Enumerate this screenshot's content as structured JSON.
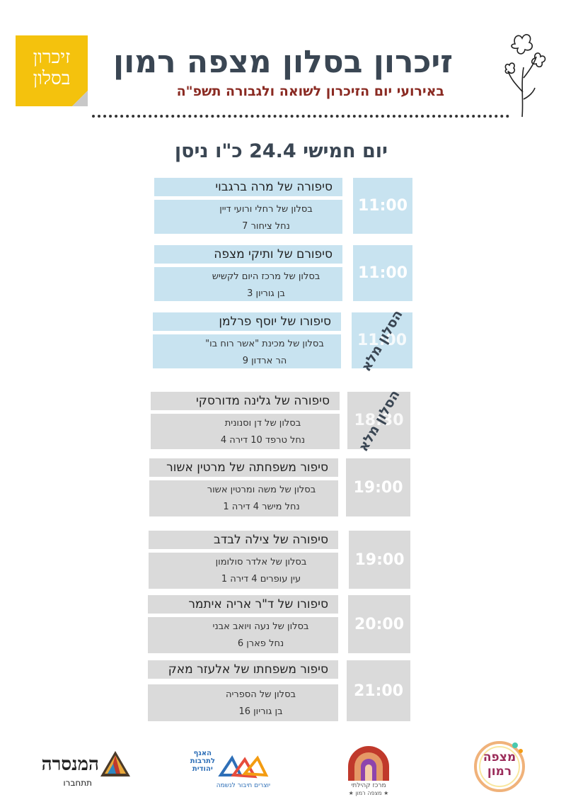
{
  "logo": {
    "line1": "זיכרון",
    "line2": "בסלון"
  },
  "header": {
    "title": "זיכרון בסלון מצפה רמון",
    "subtitle": "באירועי יום הזיכרון לשואה ולגבורה תשפ\"ה"
  },
  "day": "יום חמישי 24.4 כ\"ו ניסן",
  "events": [
    {
      "title": "סיפורה של מרה ברגבוי",
      "host": "בסלון של רחלי ורועי דיין",
      "address": "נחל ציחור 7",
      "time": "11:00",
      "stamp": ""
    },
    {
      "title": "סיפורם של ותיקי מצפה",
      "host": "בסלון של מרכז היום לקשיש",
      "address": "בן גוריון 3",
      "time": "11:00",
      "stamp": ""
    },
    {
      "title": "סיפורו של יוסף פרלמן",
      "host": "בסלון של מכינת \"אשר רוח בו\"",
      "address": "הר ארדון 9",
      "time": "11:00",
      "stamp": "הסלון מלא"
    },
    {
      "title": "סיפורה של גלינה מדורסקי",
      "host": "בסלון של דן וסנונית",
      "address": "נחל טרפד 10 דירה 4",
      "time": "18:30",
      "stamp": "הסלון מלא"
    },
    {
      "title": "סיפור משפחתה של מרטין אשור",
      "host": "בסלון של משה ומרטין אשור",
      "address": "נחל מישר 4 דירה 1",
      "time": "19:00",
      "stamp": ""
    },
    {
      "title": "סיפורה של צילה לבדב",
      "host": "בסלון של אלדר סולומון",
      "address": "עין עופרים 4 דירה 1",
      "time": "19:00",
      "stamp": ""
    },
    {
      "title": "סיפורו של ד\"ר אריה איתמר",
      "host": "בסלון של נעה ויואב אבני",
      "address": "נחל פארן 6",
      "time": "20:00",
      "stamp": ""
    },
    {
      "title": "סיפור משפחתו של אלעזר מאק",
      "host": "בסלון של הספריה",
      "address": "בן גוריון 16",
      "time": "21:00",
      "stamp": ""
    }
  ],
  "footer": {
    "hamanasara": {
      "name": "המנסרה",
      "sub": "תתחברו"
    },
    "agaf": {
      "line1": "האגף",
      "line2": "לתרבות",
      "line3": "יהודית",
      "line4": "יוצרים חיבור לנשמה"
    },
    "merkaz": {
      "line1": "מרכז קהילתי",
      "line2": "★ מצפה רמון ★"
    },
    "mitzpe": {
      "line1": "מצפה",
      "line2": "רמון"
    }
  },
  "colors": {
    "blue_card": "#c8e3f0",
    "gray_card": "#dadada",
    "title": "#3a4653",
    "subtitle": "#8a2a22",
    "logo": "#f4c20d"
  }
}
